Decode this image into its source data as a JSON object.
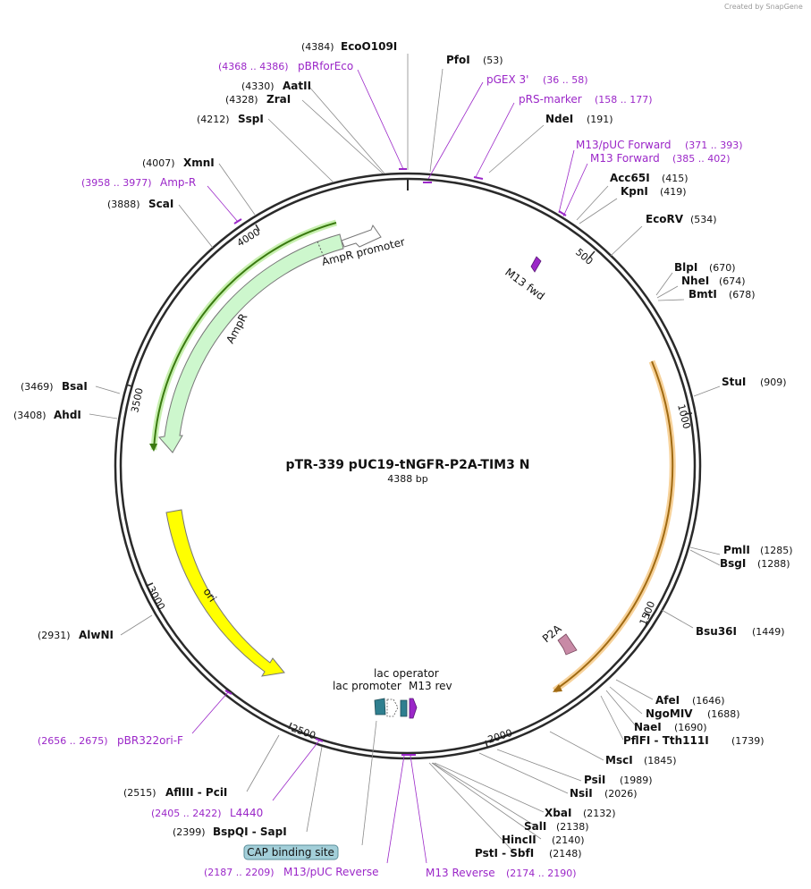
{
  "credit": "Created by SnapGene",
  "title": "pTR-339 pUC19-tNGFR-P2A-TIM3 N",
  "length_label": "4388 bp",
  "ticks": [
    "500",
    "1000",
    "1500",
    "2000",
    "2500",
    "3000",
    "3500",
    "4000"
  ],
  "enzymes": [
    {
      "name": "EcoO109I",
      "pos": "(4384)"
    },
    {
      "name": "PfoI",
      "pos": "(53)"
    },
    {
      "name": "NdeI",
      "pos": "(191)"
    },
    {
      "name": "Acc65I",
      "pos": "(415)"
    },
    {
      "name": "KpnI",
      "pos": "(419)"
    },
    {
      "name": "EcoRV",
      "pos": "(534)"
    },
    {
      "name": "BlpI",
      "pos": "(670)"
    },
    {
      "name": "NheI",
      "pos": "(674)"
    },
    {
      "name": "BmtI",
      "pos": "(678)"
    },
    {
      "name": "StuI",
      "pos": "(909)"
    },
    {
      "name": "PmlI",
      "pos": "(1285)"
    },
    {
      "name": "BsgI",
      "pos": "(1288)"
    },
    {
      "name": "Bsu36I",
      "pos": "(1449)"
    },
    {
      "name": "AfeI",
      "pos": "(1646)"
    },
    {
      "name": "NgoMIV",
      "pos": "(1688)"
    },
    {
      "name": "NaeI",
      "pos": "(1690)"
    },
    {
      "name": "PflFI - Tth111I",
      "pos": "(1739)"
    },
    {
      "name": "MscI",
      "pos": "(1845)"
    },
    {
      "name": "PsiI",
      "pos": "(1989)"
    },
    {
      "name": "NsiI",
      "pos": "(2026)"
    },
    {
      "name": "XbaI",
      "pos": "(2132)"
    },
    {
      "name": "SalI",
      "pos": "(2138)"
    },
    {
      "name": "HincII",
      "pos": "(2140)"
    },
    {
      "name": "PstI - SbfI",
      "pos": "(2148)"
    },
    {
      "name": "BspQI - SapI",
      "pos": "(2399)"
    },
    {
      "name": "AflIII - PciI",
      "pos": "(2515)"
    },
    {
      "name": "AlwNI",
      "pos": "(2931)"
    },
    {
      "name": "AhdI",
      "pos": "(3408)"
    },
    {
      "name": "BsaI",
      "pos": "(3469)"
    },
    {
      "name": "ScaI",
      "pos": "(3888)"
    },
    {
      "name": "XmnI",
      "pos": "(4007)"
    },
    {
      "name": "SspI",
      "pos": "(4212)"
    },
    {
      "name": "ZraI",
      "pos": "(4328)"
    },
    {
      "name": "AatII",
      "pos": "(4330)"
    }
  ],
  "primers": [
    {
      "name": "pBRforEco",
      "range": "(4368 .. 4386)"
    },
    {
      "name": "pGEX 3'",
      "range": "(36 .. 58)"
    },
    {
      "name": "pRS-marker",
      "range": "(158 .. 177)"
    },
    {
      "name": "M13/pUC Forward",
      "range": "(371 .. 393)"
    },
    {
      "name": "M13 Forward",
      "range": "(385 .. 402)"
    },
    {
      "name": "Amp-R",
      "range": "(3958 .. 3977)"
    },
    {
      "name": "pBR322ori-F",
      "range": "(2656 .. 2675)"
    },
    {
      "name": "L4440",
      "range": "(2405 .. 2422)"
    },
    {
      "name": "M13/pUC Reverse",
      "range": "(2187 .. 2209)"
    },
    {
      "name": "M13 Reverse",
      "range": "(2174 .. 2190)"
    }
  ],
  "features": {
    "amp_promoter": "AmpR promoter",
    "ampr": "AmpR",
    "m13_fwd": "M13 fwd",
    "ori": "ori",
    "p2a": "P2A",
    "lac_operator": "lac operator",
    "lac_promoter": "lac promoter",
    "m13_rev": "M13 rev",
    "cap_site": "CAP binding site"
  },
  "colors": {
    "backbone": "#2a2a2a",
    "primer": "#9b27c8",
    "ampr_fill": "#cdf7cd",
    "ori_fill": "#ffff00",
    "orf_stroke": "#e8a64a",
    "p2a_fill": "#c88aa6",
    "lac_promoter_fill": "#2f7f8f",
    "cap_box_fill": "#a3cfd9"
  }
}
